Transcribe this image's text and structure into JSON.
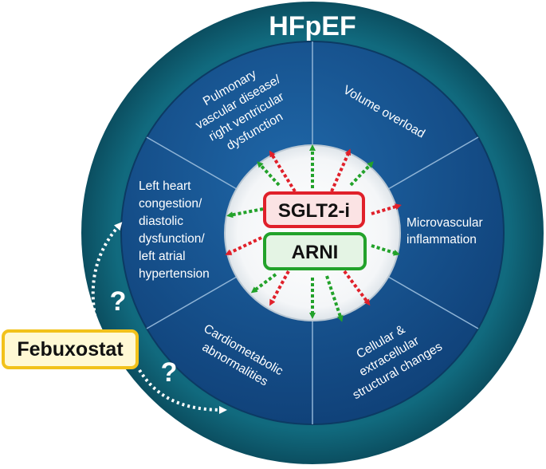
{
  "title": "HFpEF",
  "segments": {
    "pulmonary": [
      "Pulmonary",
      "vascular disease/",
      "right ventricular",
      "dysfunction"
    ],
    "volume": [
      "Volume  overload"
    ],
    "microvascular": [
      "Microvascular",
      "inflammation"
    ],
    "cellular": [
      "Cellular &",
      "extracellular",
      "structural changes"
    ],
    "cardiometabolic": [
      "Cardiometabolic",
      "abnormalities"
    ],
    "left_heart": [
      "Left heart",
      "congestion/",
      "diastolic",
      "dysfunction/",
      "left atrial",
      "hypertension"
    ]
  },
  "drugs": {
    "sglt2": "SGLT2-i",
    "arni": "ARNI"
  },
  "febuxostat": "Febuxostat",
  "question_mark": "?",
  "colors": {
    "outer_ring": "#0f5f74",
    "inner_disk": "#15508f",
    "sglt2_border": "#e0202a",
    "arni_border": "#22a22a",
    "red_arrow": "#e0202a",
    "green_arrow": "#22a22a",
    "febuxostat_border": "#f2c21b"
  }
}
